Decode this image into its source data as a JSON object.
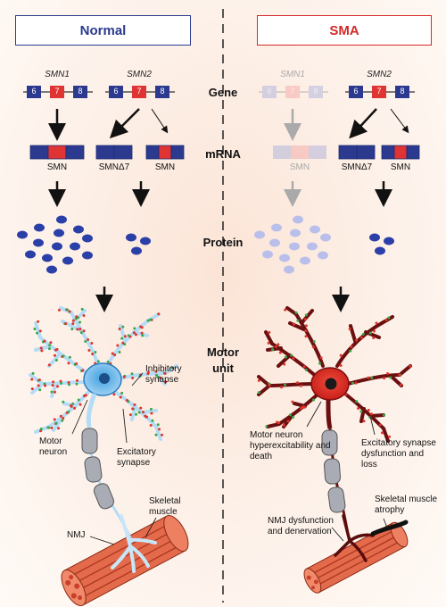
{
  "headers": {
    "normal": "Normal",
    "sma": "SMA"
  },
  "rows": {
    "gene": "Gene",
    "mrna": "mRNA",
    "protein": "Protein",
    "motor_unit": "Motor unit"
  },
  "genes": {
    "smn1": "SMN1",
    "smn2": "SMN2"
  },
  "exons": {
    "e6": "6",
    "e7": "7",
    "e8": "8"
  },
  "transcripts": {
    "smn": "SMN",
    "smn_delta7": "SMNΔ7"
  },
  "labels": {
    "inhibitory_synapse": "Inhibitory synapse",
    "motor_neuron": "Motor neuron",
    "excitatory_synapse": "Excitatory synapse",
    "skeletal_muscle": "Skeletal muscle",
    "nmj": "NMJ",
    "mn_hyper": "Motor neuron hyperexcitability and death",
    "exc_dysfunction": "Excitatory synapse dysfunction and loss",
    "sk_atrophy": "Skeletal muscle atrophy",
    "nmj_dysfunction": "NMJ dysfunction and denervation"
  },
  "colors": {
    "blue": "#2b3a8f",
    "red": "#e03333",
    "neuron_normal": "#7ab8e6",
    "neuron_sma": "#d42a22",
    "dendrite_sma": "#6b1010",
    "muscle": "#e36a4a"
  }
}
